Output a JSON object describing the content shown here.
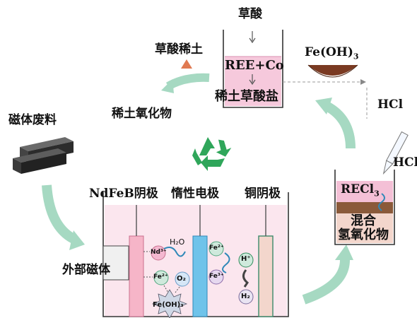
{
  "labels": {
    "oxalic_acid": "草酸",
    "ree_oxalate_top": "草酸稀土",
    "ree_co": "REE+Co",
    "ree_oxalate_salt": "稀土草酸盐",
    "fe_oh3": "Fe(OH)",
    "fe_oh3_sub": "3",
    "ree_oxide": "稀土氧化物",
    "magnet_waste": "磁体废料",
    "hcl_top": "HCl",
    "hcl_right": "HCl",
    "recl3": "RECl",
    "recl3_sub": "3",
    "mixed_hydroxide_1": "混合",
    "mixed_hydroxide_2": "氢氧化物",
    "ndfeb_cathode": "NdFeB阴极",
    "inert_electrode": "惰性电极",
    "copper_cathode": "铜阴极",
    "external_magnet": "外部磁体"
  },
  "ions": {
    "nd3": "Nd³⁺",
    "h2o": "H₂O",
    "fe2_left": "Fe²⁺",
    "o2": "O₂",
    "fe_oh3_ppt": "Fe(OH)₃",
    "fe2_center": "Fe²⁺",
    "fe3_center": "Fe³⁺",
    "h_plus": "H⁺",
    "h2": "H₂"
  },
  "colors": {
    "arrow_green": "#a6d9c2",
    "cell_pink": "#fbe6ee",
    "ndfeb_electrode": "#f6b5c8",
    "inert_electrode": "#6fc3ea",
    "copper_electrode": "#f3d6cc",
    "recycle_green": "#2fa65a",
    "solution_pink": "#f2b3cd",
    "precipitate_brown": "#7a3a22"
  }
}
